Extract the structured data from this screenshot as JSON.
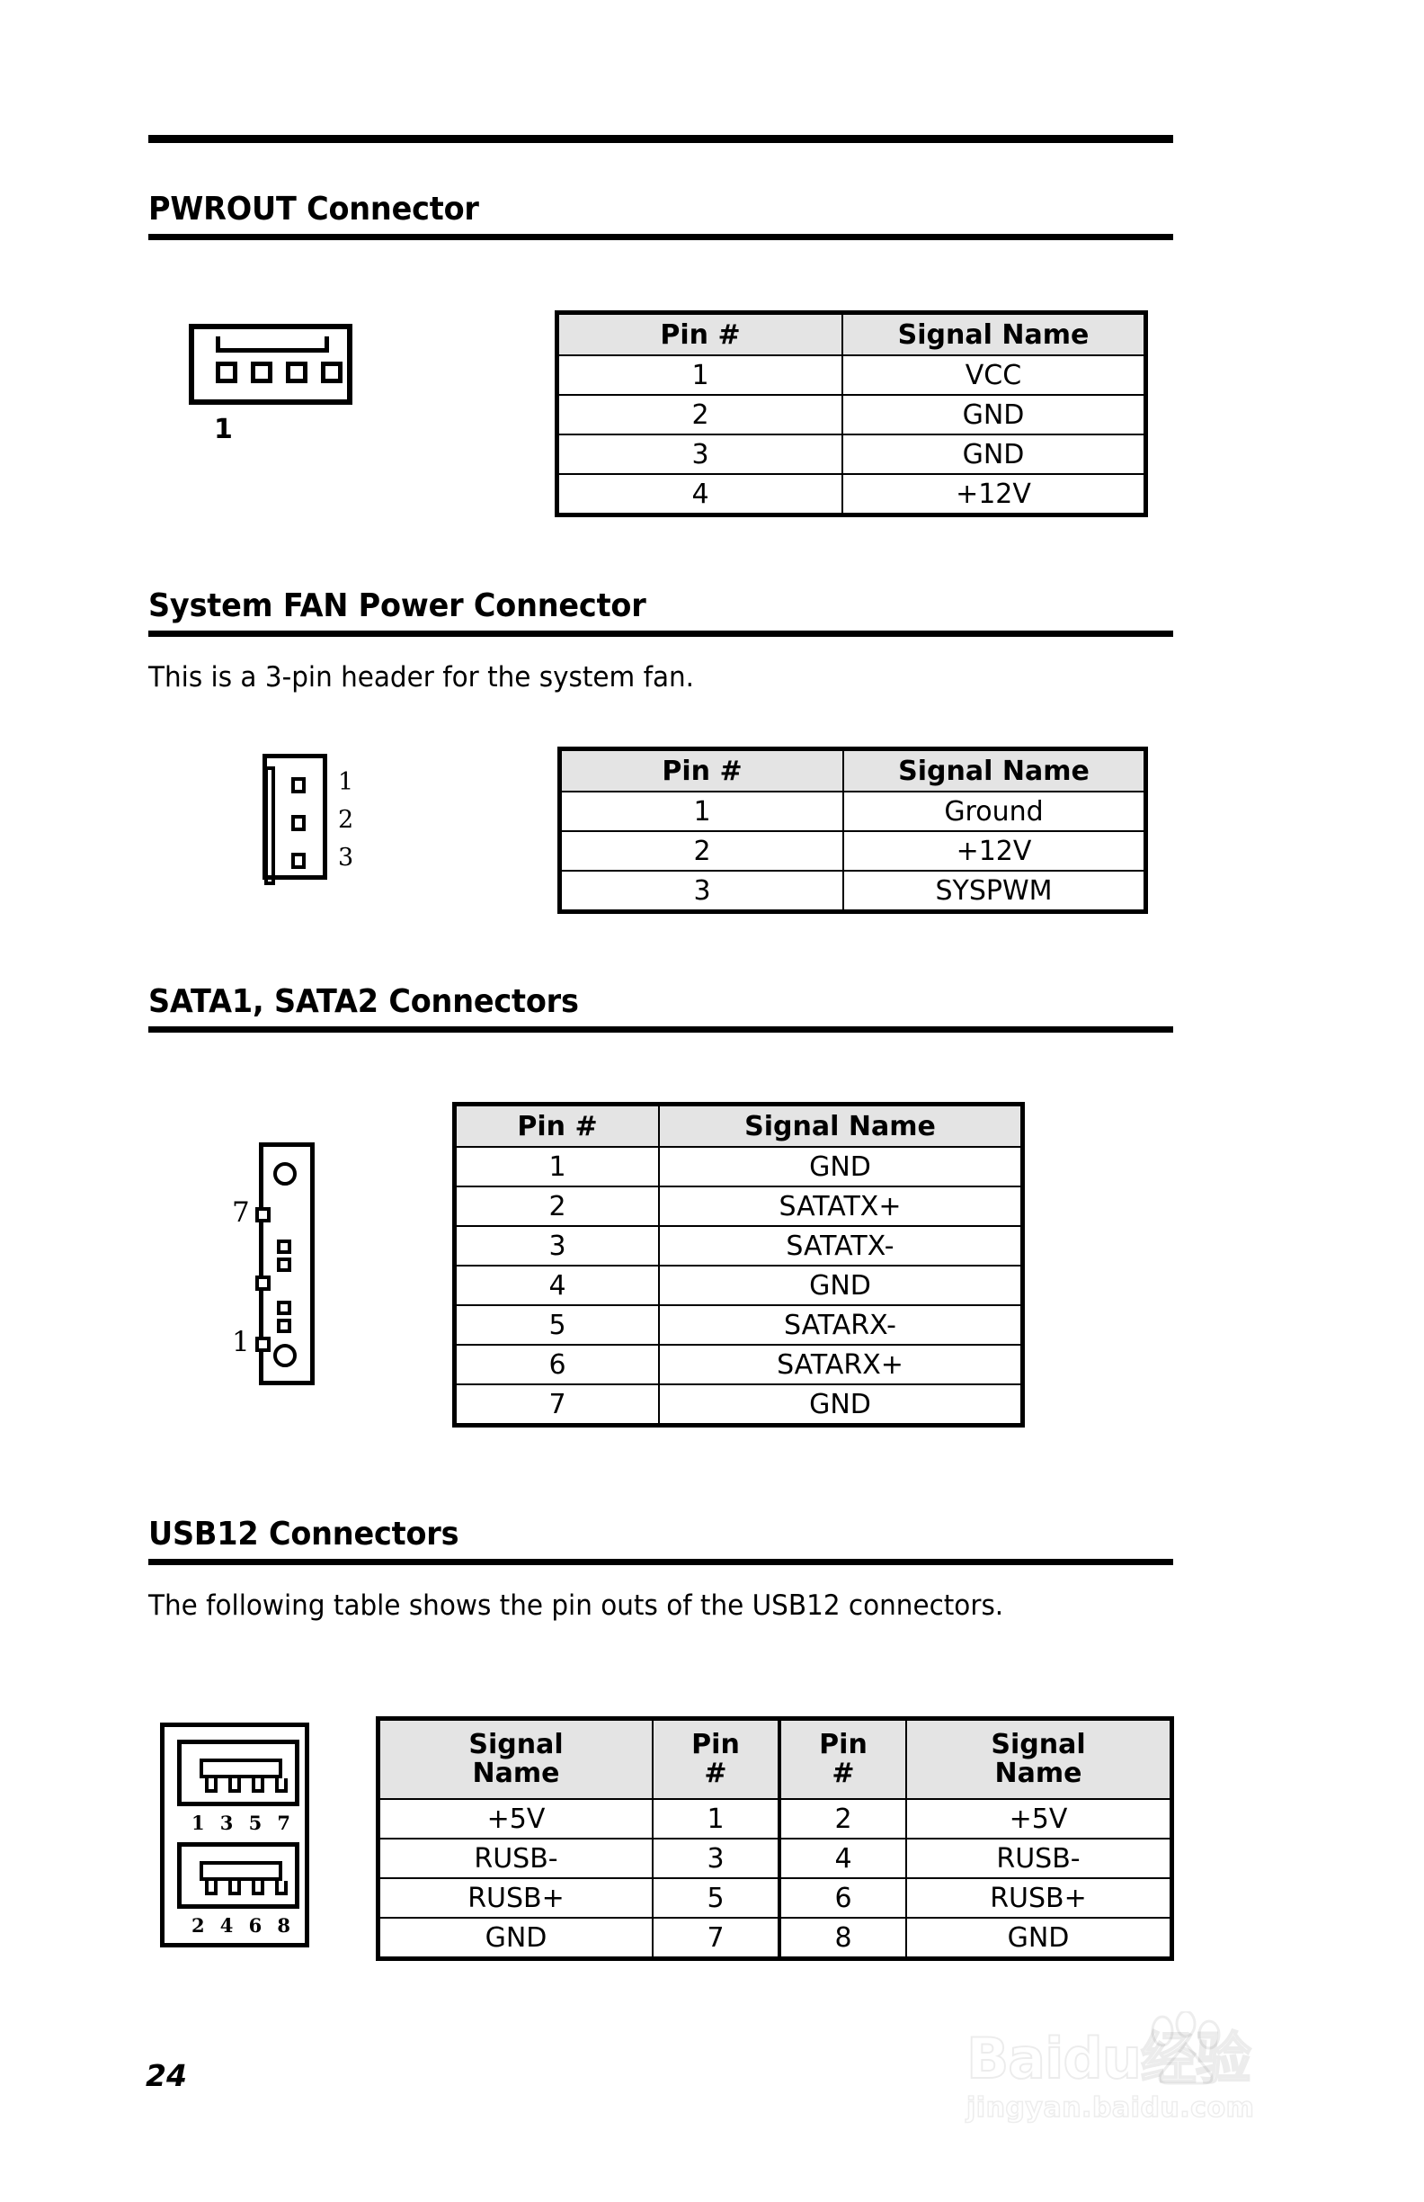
{
  "document": {
    "page_number": "24"
  },
  "sections": [
    {
      "id": "pwrout",
      "heading": "PWROUT Connector",
      "diagram": {
        "name": "pwrout-connector-diagram",
        "pin_label": "1",
        "pin_count": 4
      },
      "table": {
        "headers": [
          "Pin #",
          "Signal Name"
        ],
        "rows": [
          [
            "1",
            "VCC"
          ],
          [
            "2",
            "GND"
          ],
          [
            "3",
            "GND"
          ],
          [
            "4",
            "+12V"
          ]
        ]
      }
    },
    {
      "id": "system-fan",
      "heading": "System FAN Power Connector",
      "paragraph": "This is a 3-pin header for the system fan.",
      "diagram": {
        "name": "system-fan-connector-diagram",
        "pin_labels": [
          "1",
          "2",
          "3"
        ]
      },
      "table": {
        "headers": [
          "Pin #",
          "Signal Name"
        ],
        "rows": [
          [
            "1",
            "Ground"
          ],
          [
            "2",
            "+12V"
          ],
          [
            "3",
            "SYSPWM"
          ]
        ]
      }
    },
    {
      "id": "sata",
      "heading": "SATA1, SATA2 Connectors",
      "diagram": {
        "name": "sata-connector-diagram",
        "pin_labels": [
          "7",
          "1"
        ]
      },
      "table": {
        "headers": [
          "Pin #",
          "Signal Name"
        ],
        "rows": [
          [
            "1",
            "GND"
          ],
          [
            "2",
            "SATATX+"
          ],
          [
            "3",
            "SATATX-"
          ],
          [
            "4",
            "GND"
          ],
          [
            "5",
            "SATARX-"
          ],
          [
            "6",
            "SATARX+"
          ],
          [
            "7",
            "GND"
          ]
        ]
      }
    },
    {
      "id": "usb12",
      "heading": "USB12 Connectors",
      "paragraph": "The following table shows the pin outs of the USB12 connectors.",
      "diagram": {
        "name": "usb12-connector-diagram",
        "top_pin_labels": [
          "1",
          "3",
          "5",
          "7"
        ],
        "bottom_pin_labels": [
          "2",
          "4",
          "6",
          "8"
        ]
      },
      "table": {
        "headers": [
          "Signal\nName",
          "Pin\n#",
          "Pin\n#",
          "Signal\nName"
        ],
        "headers_flat": [
          "Signal Name",
          "Pin #",
          "Pin #",
          "Signal Name"
        ],
        "rows": [
          [
            "+5V",
            "1",
            "2",
            "+5V"
          ],
          [
            "RUSB-",
            "3",
            "4",
            "RUSB-"
          ],
          [
            "RUSB+",
            "5",
            "6",
            "RUSB+"
          ],
          [
            "GND",
            "7",
            "8",
            "GND"
          ]
        ]
      }
    }
  ],
  "watermark": {
    "brand": "Baidu",
    "brand_suffix": "经验",
    "url": "jingyan.baidu.com"
  },
  "colors": {
    "table_header_bg": "#e4e4e4",
    "rule": "#000000",
    "page_bg": "#ffffff"
  }
}
